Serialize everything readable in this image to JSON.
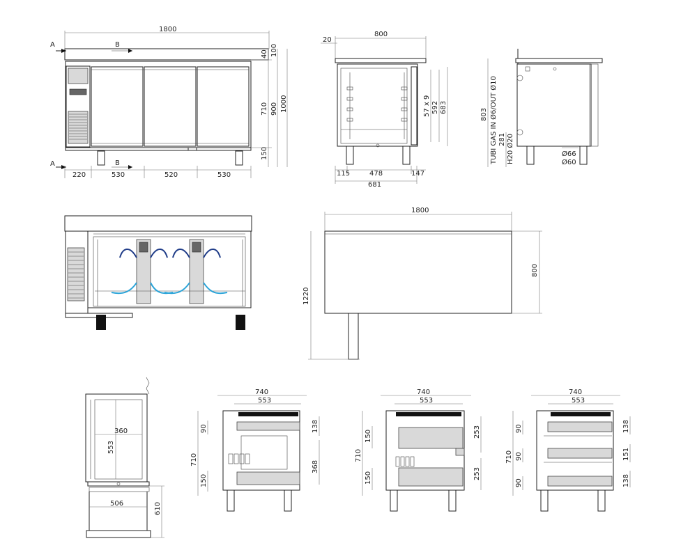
{
  "views": {
    "front": {
      "section_markers": [
        "A",
        "B",
        "A",
        "B"
      ],
      "width_total": "1800",
      "height_top": "40",
      "height_top2": "100",
      "height_mid": "710",
      "height_900": "900",
      "height_1000": "1000",
      "height_leg": "150",
      "bottom_segments": [
        "220",
        "530",
        "520",
        "530"
      ]
    },
    "side": {
      "width_top": "800",
      "offset": "20",
      "inner_dim1": "57 x 9",
      "inner_dim2": "592",
      "inner_dim3": "683",
      "bottom_segments": [
        "115",
        "478",
        "147"
      ],
      "bottom_total": "681"
    },
    "connections": {
      "gas_label": "TUBI GAS IN Ø6/OUT Ø10",
      "h20_label": "H20 Ø20",
      "height_803": "803",
      "height_281": "281",
      "d66": "Ø66",
      "d60": "Ø60"
    },
    "airflow": {},
    "top_view": {
      "width": "1800",
      "depth": "800",
      "height_total": "1220"
    },
    "door_view": {
      "inner_width": "360",
      "inner_height": "553",
      "drawer_width": "506",
      "drawer_depth": "610"
    },
    "drawer_view_1": {
      "outer_width": "740",
      "inner_width": "553",
      "height": "710",
      "top_gap": "90",
      "bottom_gap": "150",
      "drawer_top": "138",
      "drawer_big": "368"
    },
    "drawer_view_2": {
      "outer_width": "740",
      "inner_width": "553",
      "height": "710",
      "top_gap": "150",
      "bottom_gap": "150",
      "drawer_a": "253",
      "drawer_b": "253"
    },
    "drawer_view_3": {
      "outer_width": "740",
      "inner_width": "553",
      "height": "710",
      "gap1": "90",
      "gap2": "90",
      "gap3": "90",
      "drawer_a": "138",
      "drawer_b": "151",
      "drawer_c": "138"
    }
  }
}
